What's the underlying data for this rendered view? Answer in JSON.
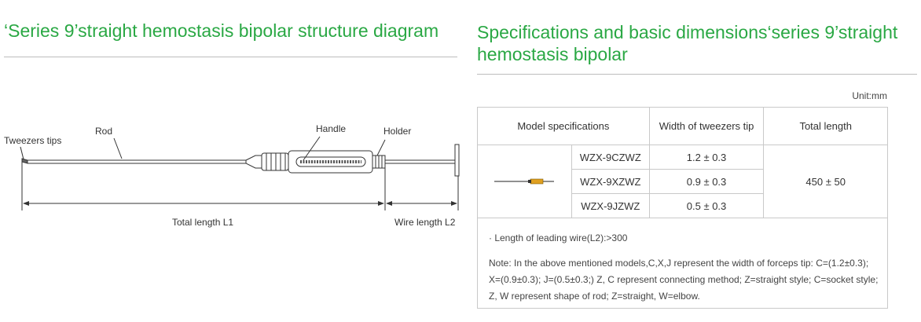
{
  "left": {
    "title": "‘Series 9’straight hemostasis bipolar structure diagram",
    "labels": {
      "tweezers_tips": "Tweezers tips",
      "rod": "Rod",
      "handle": "Handle",
      "holder": "Holder",
      "total_length": "Total length L1",
      "wire_length": "Wire length L2"
    }
  },
  "right": {
    "title": "Specifications and basic dimensions‘series 9’straight hemostasis bipolar",
    "unit": "Unit:mm",
    "table": {
      "headers": [
        "Model specifications",
        "Width of tweezers tip",
        "Total length"
      ],
      "rows": [
        {
          "model": "WZX-9CZWZ",
          "width": "1.2 ± 0.3"
        },
        {
          "model": "WZX-9XZWZ",
          "width": "0.9 ± 0.3"
        },
        {
          "model": "WZX-9JZWZ",
          "width": "0.5 ± 0.3"
        }
      ],
      "total_length": "450 ± 50"
    },
    "notes": {
      "lead_wire": "· Length of leading wire(L2):>300",
      "line1": "Note: In the above mentioned models,C,X,J represent the width of forceps tip: C=(1.2±0.3);",
      "line2": "X=(0.9±0.3); J=(0.5±0.3;) Z, C represent connecting method; Z=straight style; C=socket style;",
      "line3": "Z, W represent shape of rod; Z=straight, W=elbow."
    }
  }
}
